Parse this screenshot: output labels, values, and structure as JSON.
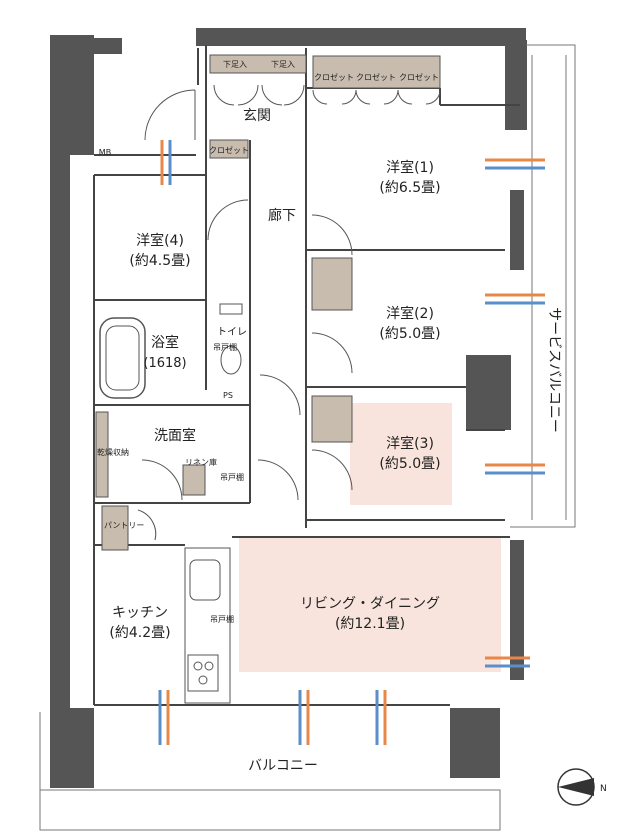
{
  "rooms": {
    "entrance": "玄関",
    "corridor": "廊下",
    "room1_name": "洋室(1)",
    "room1_size": "(約6.5畳)",
    "room2_name": "洋室(2)",
    "room2_size": "(約5.0畳)",
    "room3_name": "洋室(3)",
    "room3_size": "(約5.0畳)",
    "room4_name": "洋室(4)",
    "room4_size": "(約4.5畳)",
    "bath_name": "浴室",
    "bath_size": "(1618)",
    "washroom": "洗面室",
    "toilet": "トイレ",
    "kitchen_name": "キッチン",
    "kitchen_size": "(約4.2畳)",
    "living_name": "リビング・ダイニング",
    "living_size": "(約12.1畳)"
  },
  "storage": {
    "shoe1": "下足入",
    "shoe2": "下足入",
    "closet": "クロゼット",
    "mb": "MB",
    "ps": "PS",
    "hanging_shelf": "吊戸棚",
    "toilet_shelf": "吊戸棚",
    "linen": "リネン庫",
    "washer_storage": "乾燥収納",
    "pantry": "パントリー",
    "kitchen_shelf": "吊戸棚"
  },
  "outdoor": {
    "balcony": "バルコニー",
    "service_balcony": "サービスバルコニー"
  },
  "compass": "N",
  "colors": {
    "wall": "#555555",
    "highlight": "#f8e4dc",
    "storage": "#c8bcae",
    "warm_arrow": "#e8874a",
    "cool_arrow": "#5a8fc9"
  }
}
